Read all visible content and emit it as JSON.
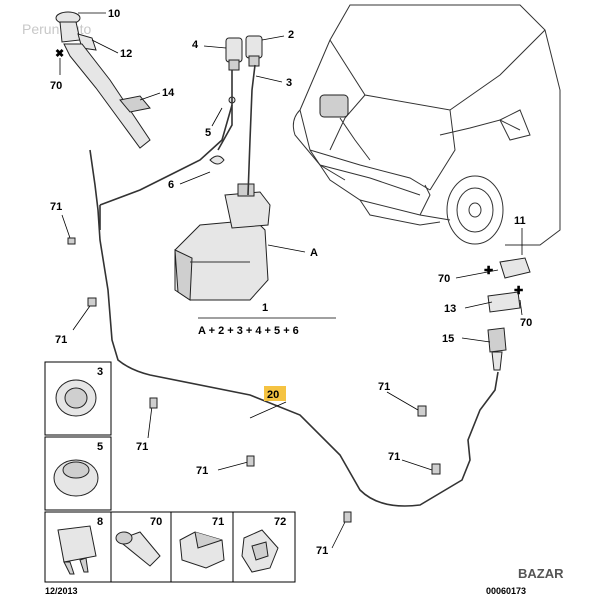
{
  "watermark": "Perun Auto",
  "formula": {
    "label": "1",
    "text": "A + 2 + 3 + 4 + 5 + 6"
  },
  "callouts": {
    "p10": "10",
    "p12": "12",
    "p70a": "70",
    "p14": "14",
    "p4": "4",
    "p2": "2",
    "p3": "3",
    "p5": "5",
    "p6": "6",
    "pA": "A",
    "p71a": "71",
    "p71b": "71",
    "p11": "11",
    "p70b": "70",
    "p13": "13",
    "p70c": "70",
    "p15": "15",
    "p20": "20",
    "p71c": "71",
    "p71d": "71",
    "p71e": "71",
    "p71f": "71",
    "p71g": "71"
  },
  "legend": {
    "cells": [
      "3",
      "5",
      "8",
      "70",
      "71",
      "72"
    ]
  },
  "footer": {
    "left": "12/2013",
    "right": "00060173"
  },
  "brand": "BAZAR",
  "colors": {
    "highlight": "#f5c342",
    "line": "#000000"
  }
}
